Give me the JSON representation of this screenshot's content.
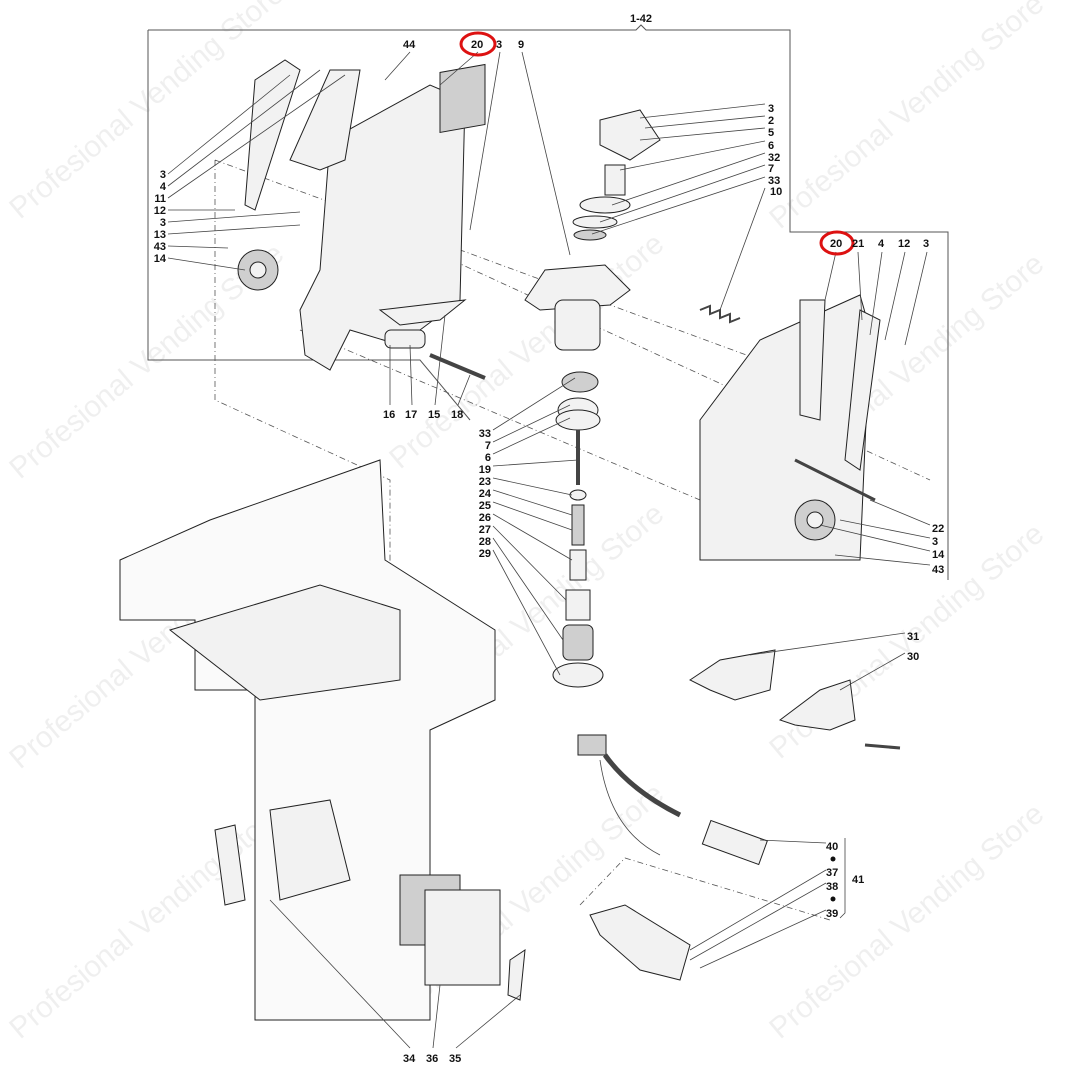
{
  "diagram": {
    "assembly_label": "1-42",
    "top_labels": [
      "44",
      "20",
      "3",
      "9"
    ],
    "left_labels": [
      "3",
      "4",
      "11",
      "12",
      "3",
      "13",
      "43",
      "14"
    ],
    "upper_right_labels": [
      "3",
      "2",
      "5",
      "6",
      "32",
      "7",
      "33",
      "10"
    ],
    "right_top_labels": [
      "20",
      "21",
      "4",
      "12",
      "3"
    ],
    "mid_labels": [
      "16",
      "17",
      "15",
      "18"
    ],
    "center_labels": [
      "33",
      "7",
      "6",
      "19",
      "23",
      "24",
      "25",
      "26",
      "27",
      "28",
      "29"
    ],
    "right_labels": [
      "22",
      "3",
      "14",
      "43"
    ],
    "bracket_labels": [
      "31",
      "30"
    ],
    "switch_labels": [
      "40",
      "37",
      "38",
      "39"
    ],
    "switch_group_label": "41",
    "bottom_labels": [
      "34",
      "36",
      "35"
    ],
    "highlighted_part": "20",
    "highlight_color": "#dd1111"
  },
  "watermark": "Profesional Vending Store"
}
